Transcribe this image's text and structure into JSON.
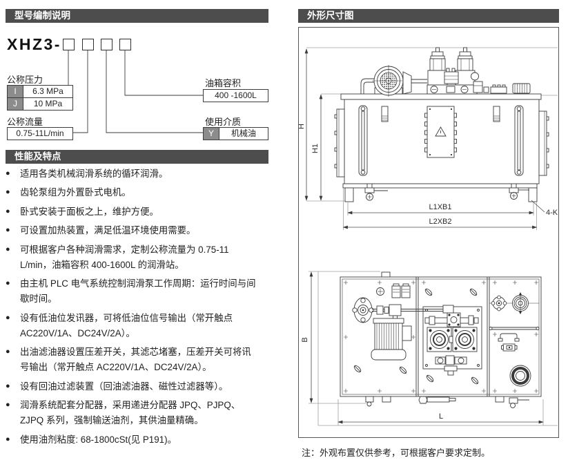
{
  "left": {
    "section1_title": "型号编制说明",
    "model_prefix": "XHZ3-",
    "pressure": {
      "label": "公称压力",
      "rows": [
        {
          "code": "I",
          "value": "6.3 MPa"
        },
        {
          "code": "J",
          "value": "10 MPa"
        }
      ]
    },
    "flow": {
      "label": "公称流量",
      "value": "0.75-11L/min"
    },
    "tank": {
      "label": "油箱容积",
      "value": "400 -1600L"
    },
    "medium": {
      "label": "使用介质",
      "code": "Y",
      "value": "机械油"
    },
    "section2_title": "性能及特点",
    "features": [
      "适用各类机械润滑系统的循环润滑。",
      "齿轮泵组为外置卧式电机。",
      "卧式安装于面板之上，维护方便。",
      "可设置加热装置，满足低温环境使用需要。",
      "可根据客户各种润滑需求，定制公称流量为 0.75-11 L/min，油箱容积 400-1600L 的润滑站。",
      "由主机 PLC 电气系统控制润滑泵工作周期：运行时间与间歇时间。",
      "设有低油位发讯器，可将低油位信号输出（常开触点 AC220V/1A、DC24V/2A）。",
      "出油滤油器设置压差开关，其滤芯堵塞，压差开关可将讯号输出（常开触点 AC220V/1A、DC24V/2A）。",
      "设有回油过滤装置（回油滤油器、磁性过滤器等）。",
      "润滑系统配套分配器，采用递进分配器 JPQ、PJPQ、ZJPQ 系列，强制输送油剂，其供油量精确。",
      "使用油剂粘度: 68-1800cSt(见 P191)。"
    ]
  },
  "right": {
    "section_title": "外形尺寸图",
    "dims": {
      "h": "H",
      "h1": "H1",
      "l1b1": "L1XB1",
      "l2b2": "L2XB2",
      "k": "4-K",
      "b": "B",
      "l": "L"
    },
    "note": "注：外观布置仅供参考，可根据客户要求定制。"
  },
  "colors": {
    "header_bg": "#4d4d4d",
    "header_fg": "#ffffff",
    "code_cell_bg": "#8c8c8c",
    "line": "#3a3a3a"
  }
}
